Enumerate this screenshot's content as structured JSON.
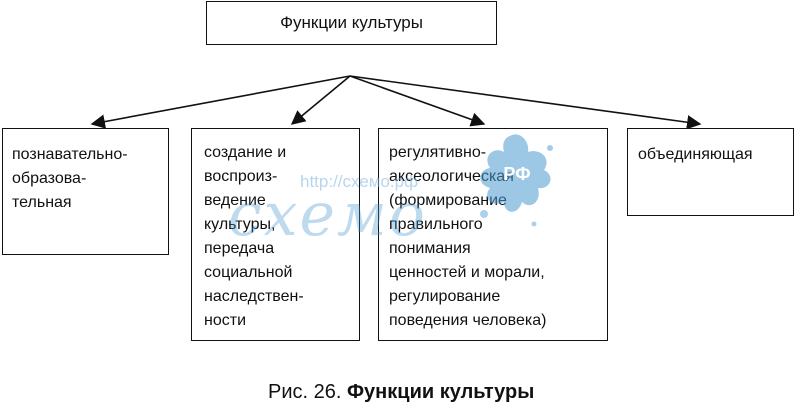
{
  "diagram": {
    "root": {
      "label": "Функции культуры"
    },
    "children": [
      {
        "label": "познавательно-\nобразова-\nтельная"
      },
      {
        "label": "создание и\nвоспроиз-\nведение\nкультуры,\nпередача\nсоциальной\nнаследствен-\nности"
      },
      {
        "label": "регулятивно-\nаксеологическая\n(формирование\nправильного\nпонимания\nценностей и морали,\nрегулирование\nповедения человека)"
      },
      {
        "label": "объединяющая"
      }
    ],
    "caption": {
      "prefix": "Рис. 26. ",
      "title": "Функции культуры"
    }
  },
  "watermark": {
    "url": "http://схемо.рф",
    "logo": "схемо",
    "badge": "РФ",
    "color": "#4a9ad2"
  }
}
